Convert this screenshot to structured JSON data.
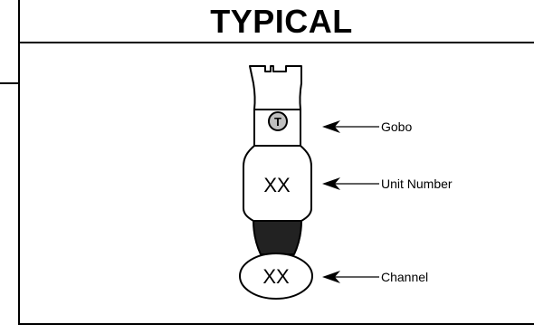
{
  "title": "TYPICAL",
  "fixture": {
    "gobo_symbol": "T",
    "unit_number": "XX",
    "channel": "XX"
  },
  "callouts": {
    "gobo": "Gobo",
    "unit_number": "Unit Number",
    "channel": "Channel"
  },
  "colors": {
    "line": "#000000",
    "gobo_fill": "#c0c0c0",
    "lens": "#222222",
    "background": "#ffffff"
  }
}
